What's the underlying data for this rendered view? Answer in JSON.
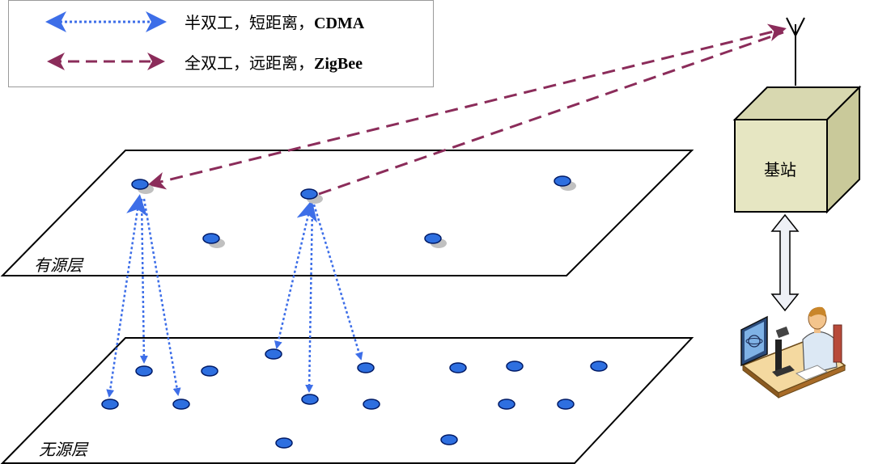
{
  "legend": {
    "items": [
      {
        "label": "半双工，短距离，",
        "tech": "CDMA",
        "color": "#3d6ee8"
      },
      {
        "label": "全双工，远距离，",
        "tech": "ZigBee",
        "color": "#8b2c5a"
      }
    ]
  },
  "layers": {
    "active": "有源层",
    "passive": "无源层"
  },
  "station": {
    "label": "基站",
    "face_color": "#e6e6c2",
    "side_color": "#c9c99a"
  },
  "colors": {
    "node": "#2e6fe0",
    "short_link": "#3d6ee8",
    "long_link": "#8b2c5a"
  }
}
